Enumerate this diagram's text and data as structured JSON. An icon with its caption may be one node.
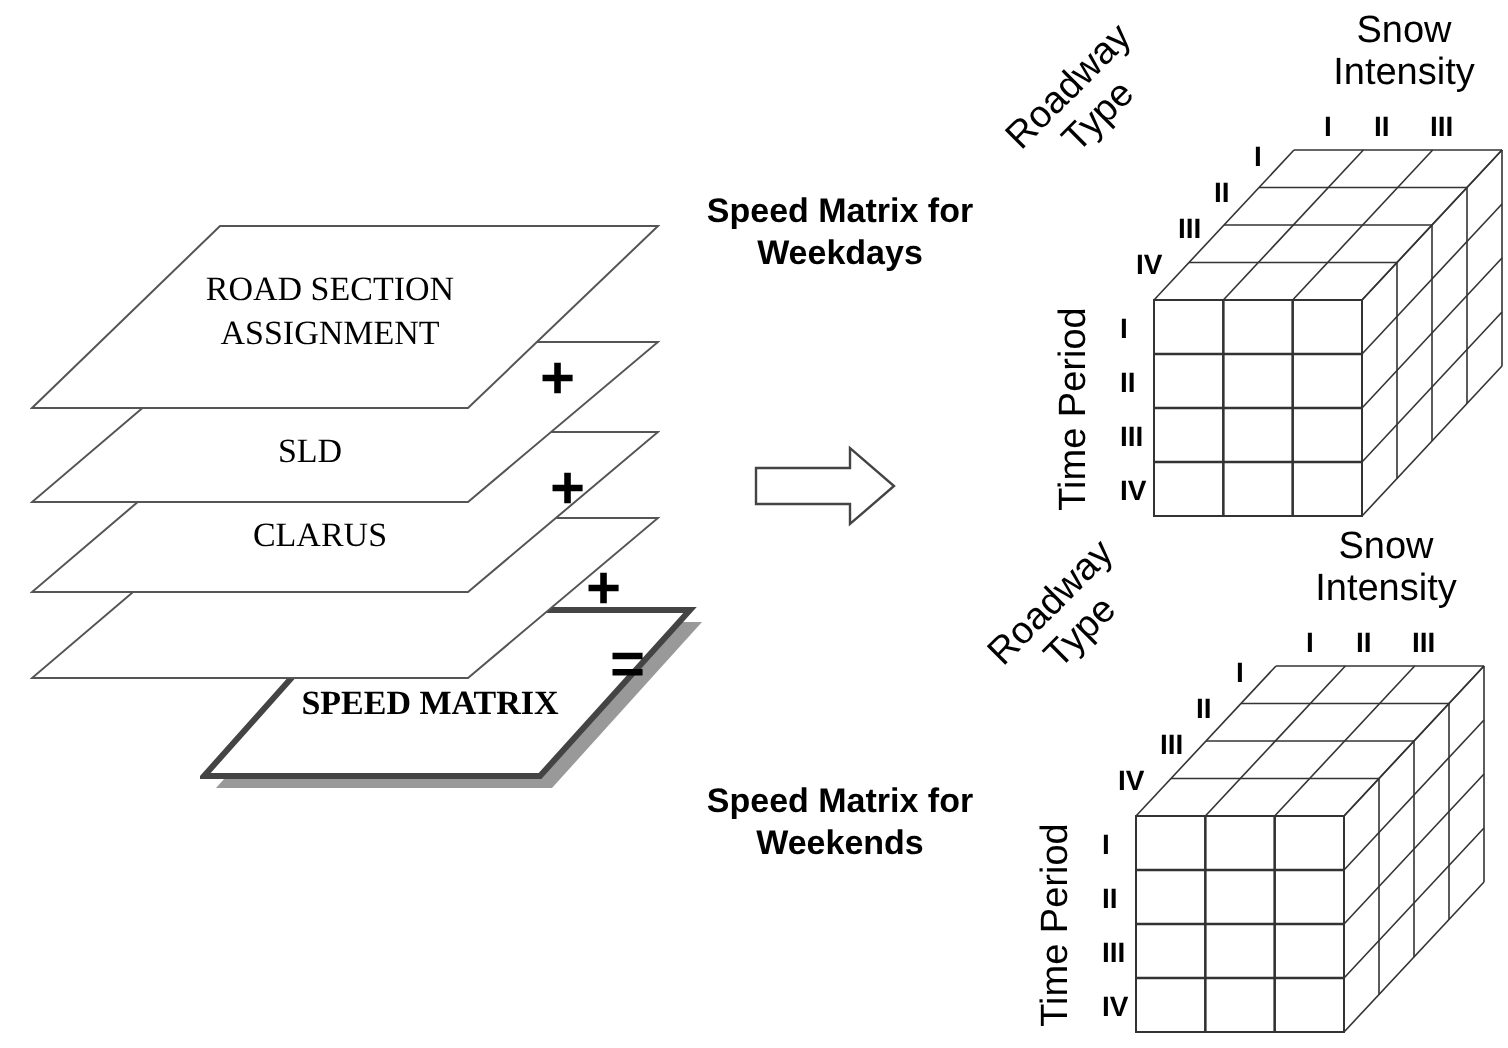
{
  "diagram": {
    "nodes": [
      {
        "text": [
          "ROAD SECTION ASSIGNMENT"
        ]
      },
      {
        "text": [
          "SLD"
        ]
      },
      {
        "text": [
          "CLARUS"
        ]
      },
      {
        "text": [],
        "shape": "box"
      },
      {
        "text": [
          "SPEED MATRIX"
        ]
      },
      {
        "text": [
          "Speed Matrix for Weekdays",
          "Snow Intensity",
          "I",
          "II",
          "III",
          "Roadway Type",
          "I",
          "II",
          "III",
          "IV",
          "Time Period",
          "I",
          "II",
          "III",
          "IV"
        ]
      },
      {
        "text": [
          "Speed Matrix for Weekends",
          "Snow Intensity",
          "I",
          "II",
          "III",
          "Roadway Type",
          "I",
          "II",
          "III",
          "IV",
          "Time Period",
          "I",
          "II",
          "III",
          "IV"
        ]
      }
    ],
    "edges": [
      {
        "from": 4,
        "to": 5,
        "arrow": "to"
      },
      {
        "from": 4,
        "to": 6,
        "arrow": "to"
      }
    ],
    "labels": [
      "+",
      "+",
      "+",
      "="
    ]
  }
}
